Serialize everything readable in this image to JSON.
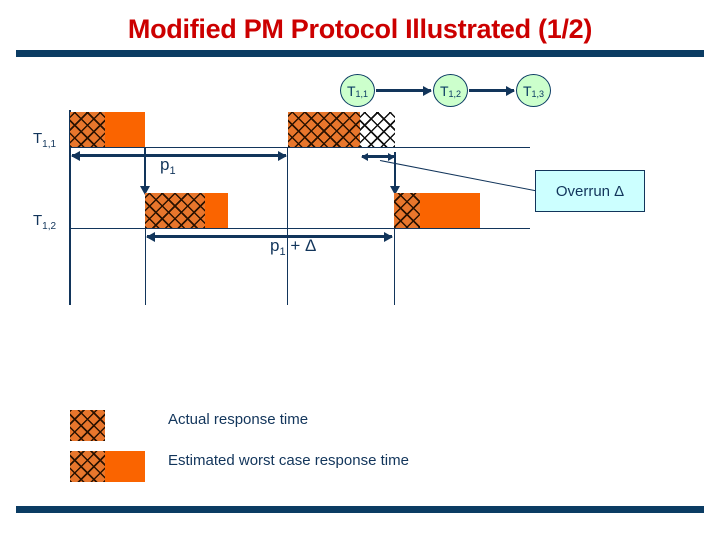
{
  "slide": {
    "title": "Modified PM Protocol Illustrated (1/2)",
    "title_color": "#CC0000",
    "rule_color": "#0B3C63",
    "accent_orange": "#FA6400",
    "hatch_orange": "#E8762C",
    "ink_navy": "#12355B",
    "node_fill": "#CCFFCC",
    "callout_fill": "#CCFFFF"
  },
  "task_graph": {
    "nodes": [
      {
        "base": "T",
        "sub": "1,1"
      },
      {
        "base": "T",
        "sub": "1,2"
      },
      {
        "base": "T",
        "sub": "1,3"
      }
    ]
  },
  "timeline": {
    "rows": [
      {
        "label_base": "T",
        "label_sub": "1,1"
      },
      {
        "label_base": "T",
        "label_sub": "1,2"
      }
    ],
    "measurements": [
      {
        "base": "p",
        "sub": "1",
        "suffix": ""
      },
      {
        "base": "p",
        "sub": "1",
        "suffix": " + Δ"
      }
    ]
  },
  "callout": {
    "text": "Overrun Δ"
  },
  "legend": {
    "items": [
      {
        "label": "Actual response time",
        "style": "hatch-only"
      },
      {
        "label": "Estimated worst case response time",
        "style": "hatch-plus-solid"
      }
    ]
  }
}
